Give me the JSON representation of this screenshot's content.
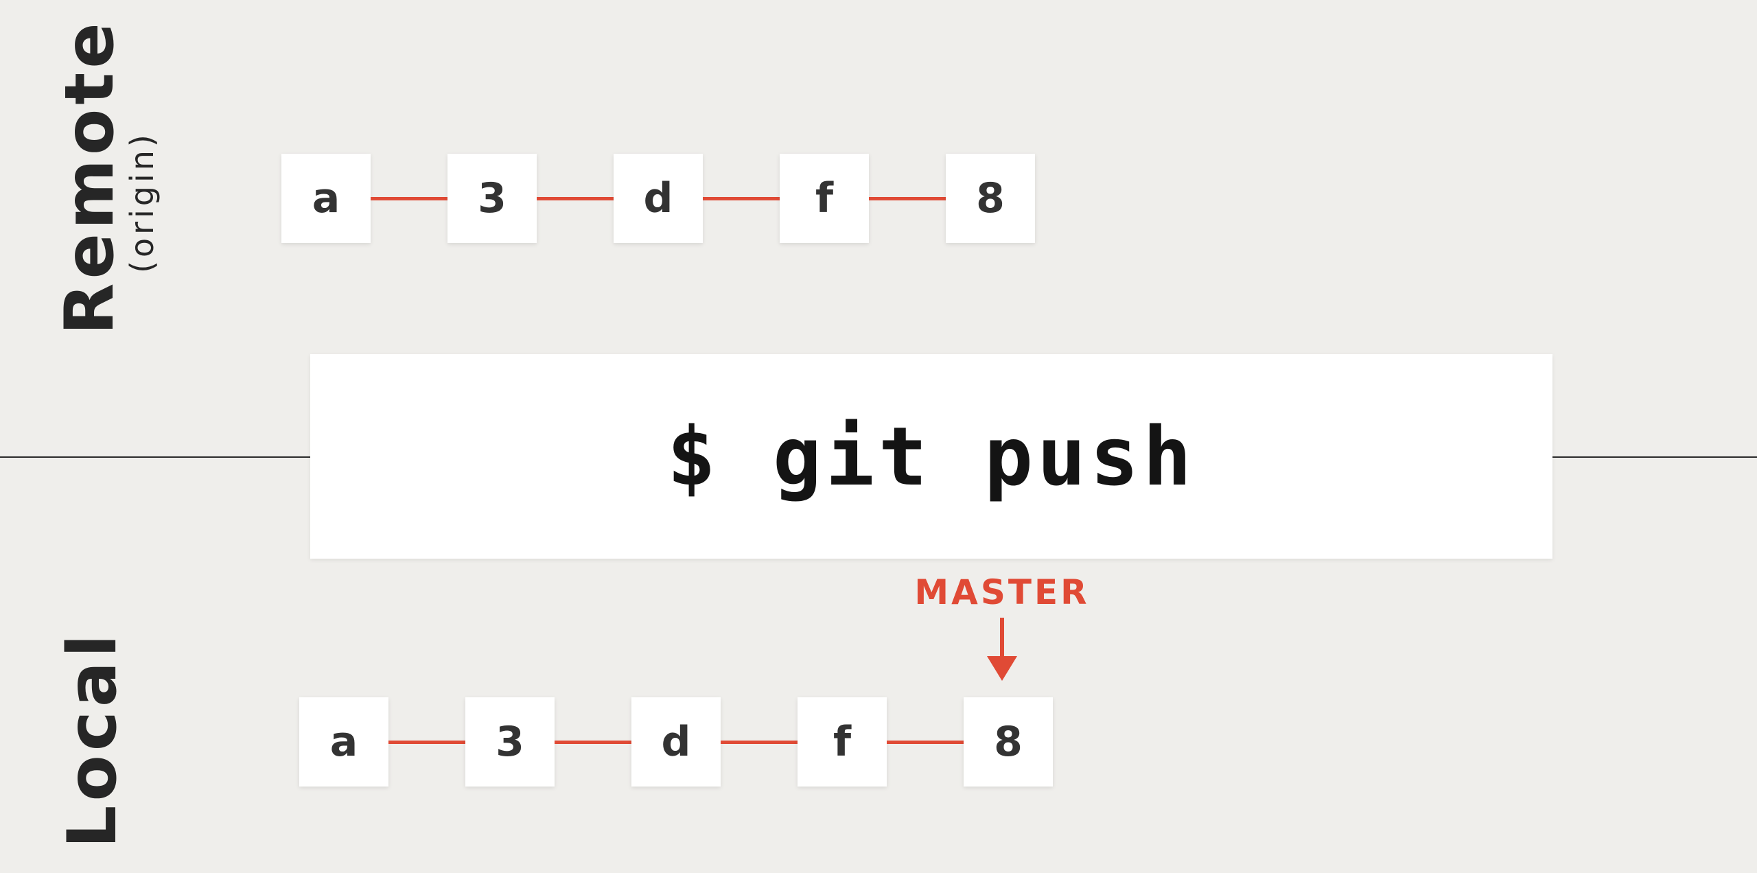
{
  "remote": {
    "title": "Remote",
    "subtitle": "(origin)",
    "commits": [
      "a",
      "3",
      "d",
      "f",
      "8"
    ]
  },
  "local": {
    "title": "Local",
    "commits": [
      "a",
      "3",
      "d",
      "f",
      "8"
    ]
  },
  "command": {
    "text": "$ git push"
  },
  "branch_pointer": {
    "label": "MASTER",
    "points_to_commit": "8",
    "color": "#e04a35"
  },
  "colors": {
    "background": "#efeeeb",
    "accent": "#e04a35",
    "box": "#ffffff"
  }
}
